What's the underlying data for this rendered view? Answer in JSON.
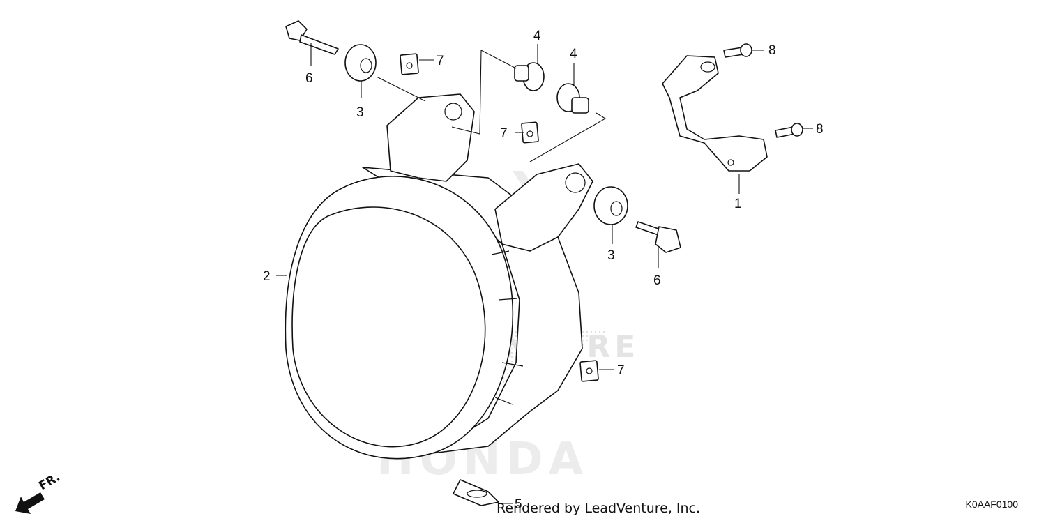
{
  "watermark": {
    "text_primary": "LEADVENTURE",
    "text_brand": "HONDA"
  },
  "callouts": [
    {
      "id": "c1",
      "label": "1"
    },
    {
      "id": "c2",
      "label": "2"
    },
    {
      "id": "c3a",
      "label": "3"
    },
    {
      "id": "c3b",
      "label": "3"
    },
    {
      "id": "c4a",
      "label": "4"
    },
    {
      "id": "c4b",
      "label": "4"
    },
    {
      "id": "c5",
      "label": "5"
    },
    {
      "id": "c6a",
      "label": "6"
    },
    {
      "id": "c6b",
      "label": "6"
    },
    {
      "id": "c7a",
      "label": "7"
    },
    {
      "id": "c7b",
      "label": "7"
    },
    {
      "id": "c7c",
      "label": "7"
    },
    {
      "id": "c8a",
      "label": "8"
    },
    {
      "id": "c8b",
      "label": "8"
    }
  ],
  "direction_label": "FR.",
  "footer": {
    "credit": "Rendered by LeadVenture, Inc.",
    "diagram_code": "K0AAF0100"
  }
}
